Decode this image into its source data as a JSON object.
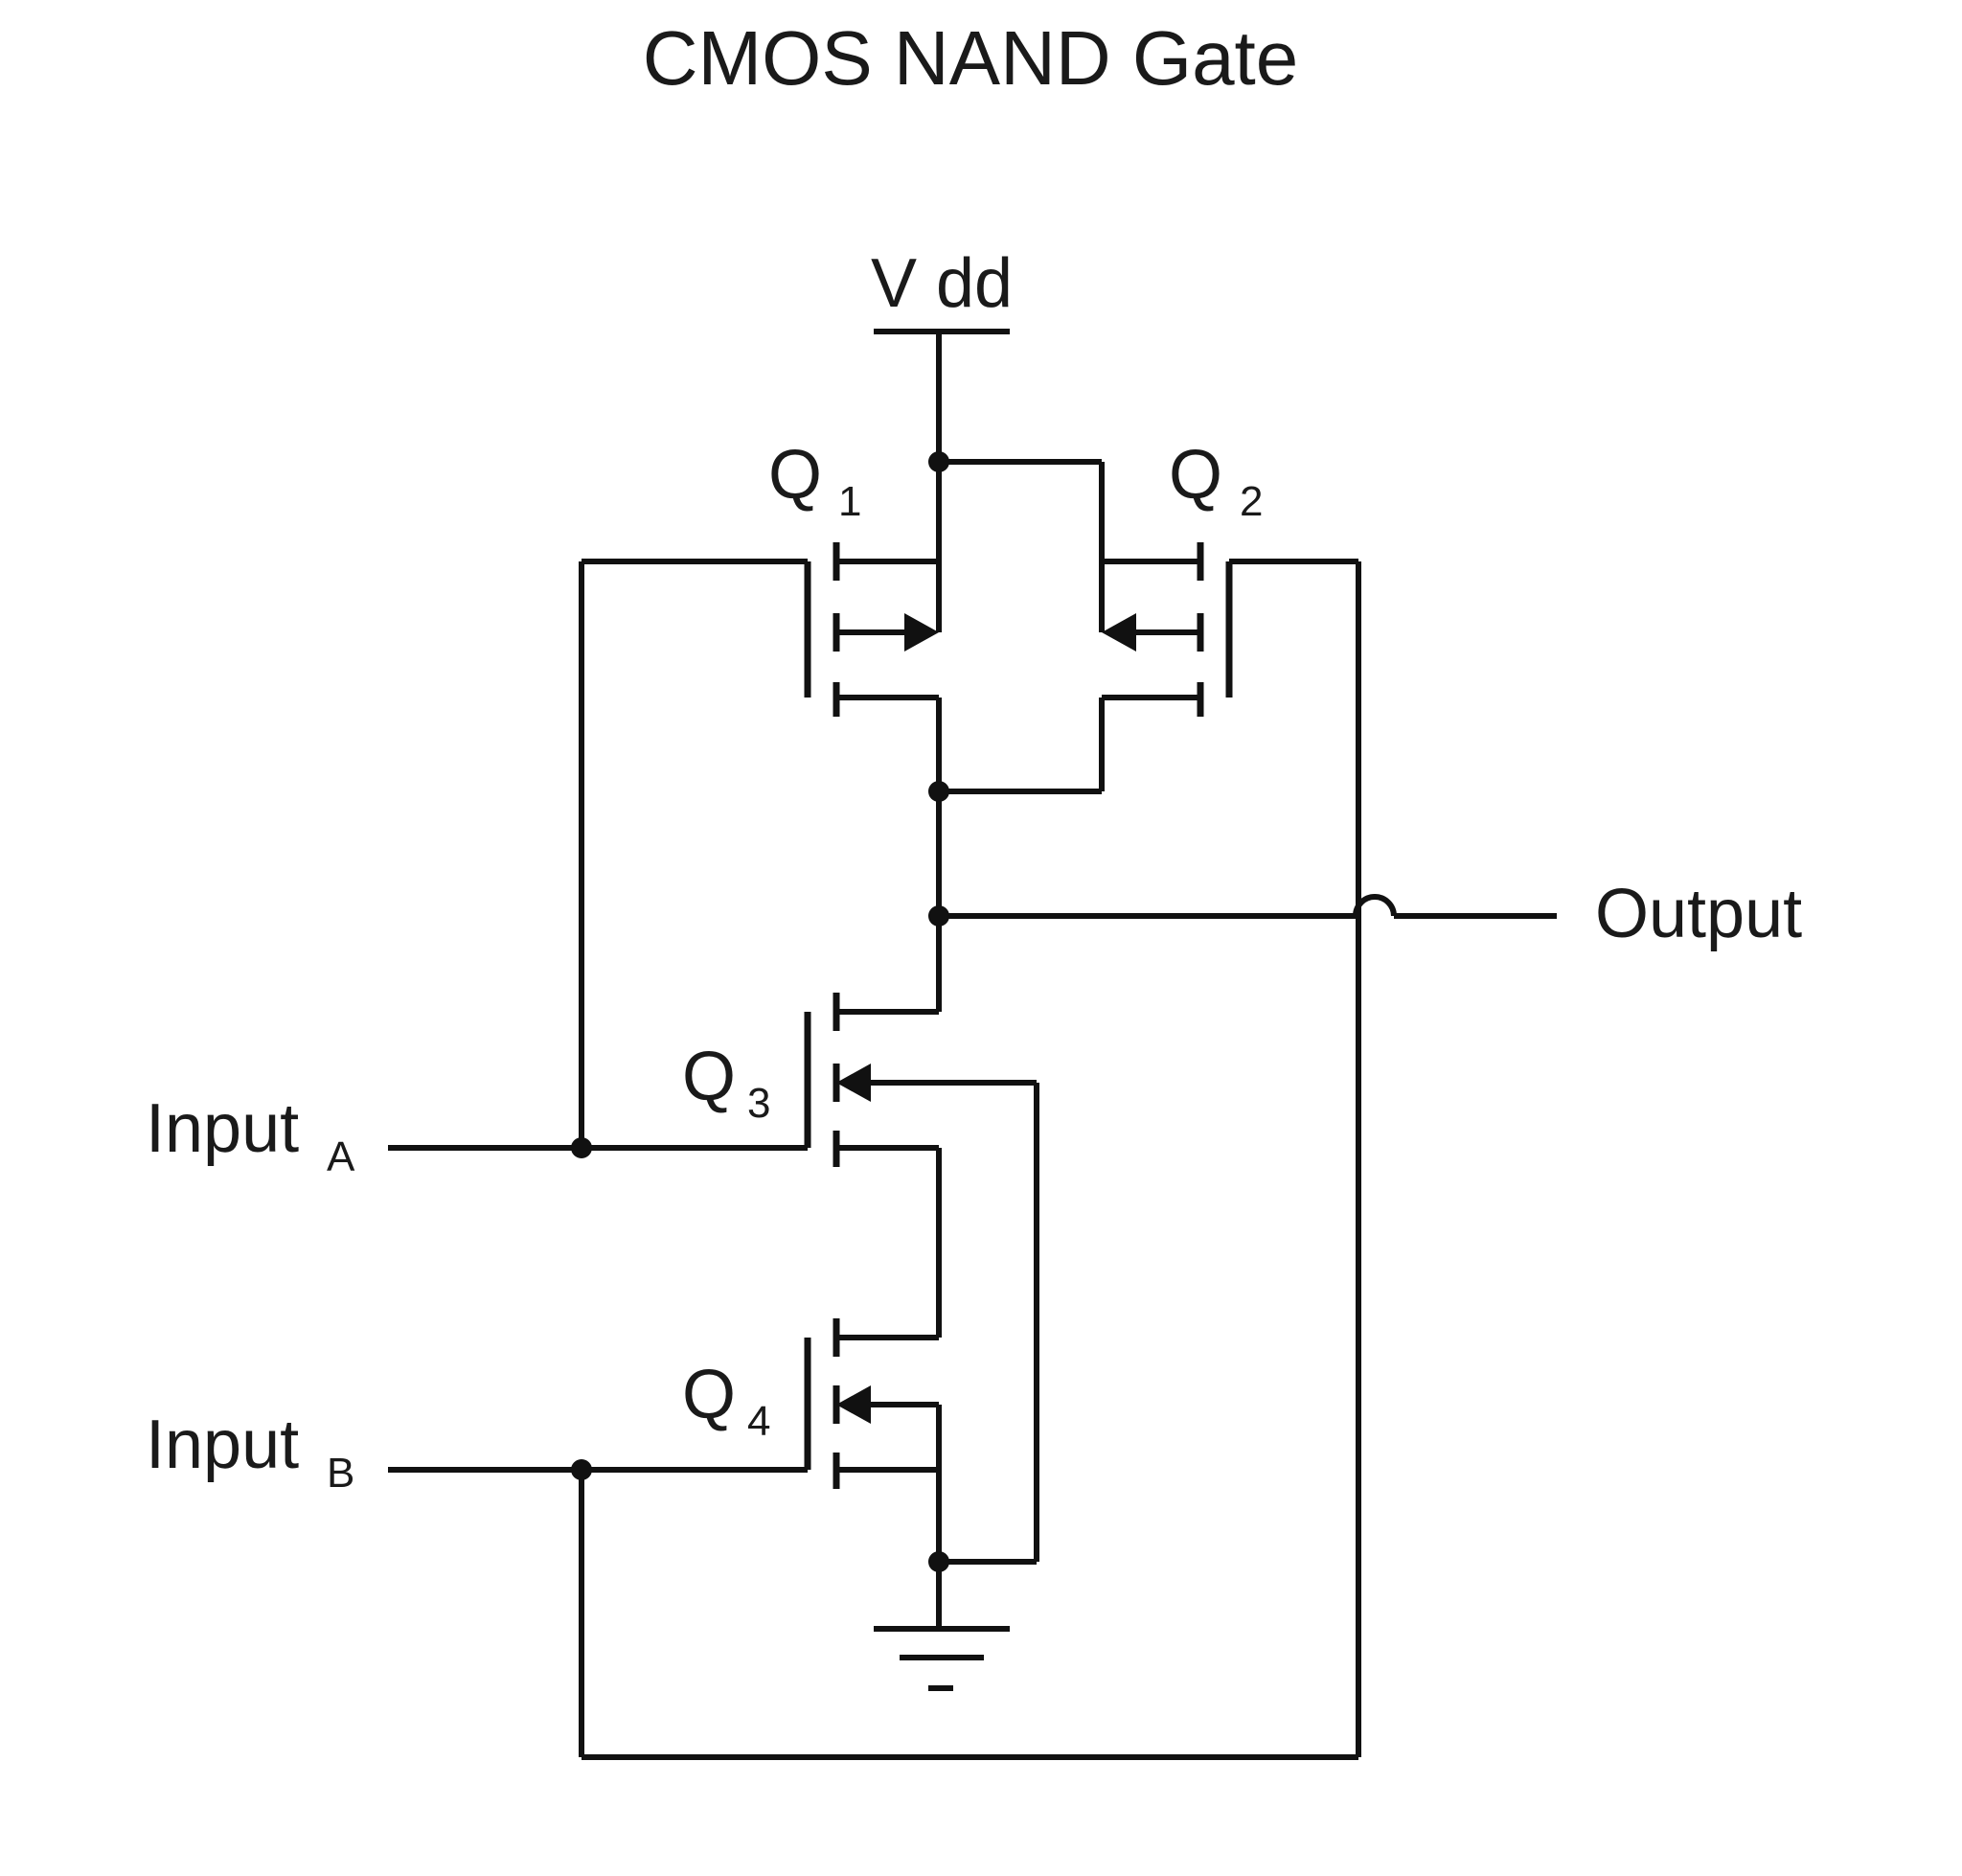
{
  "title": "CMOS NAND Gate",
  "supply": {
    "label": "V dd"
  },
  "transistors": [
    {
      "name": "Q",
      "index": "1"
    },
    {
      "name": "Q",
      "index": "2"
    },
    {
      "name": "Q",
      "index": "3"
    },
    {
      "name": "Q",
      "index": "4"
    }
  ],
  "inputs": [
    {
      "name": "Input",
      "subscript": "A"
    },
    {
      "name": "Input",
      "subscript": "B"
    }
  ],
  "output": {
    "label": "Output"
  }
}
